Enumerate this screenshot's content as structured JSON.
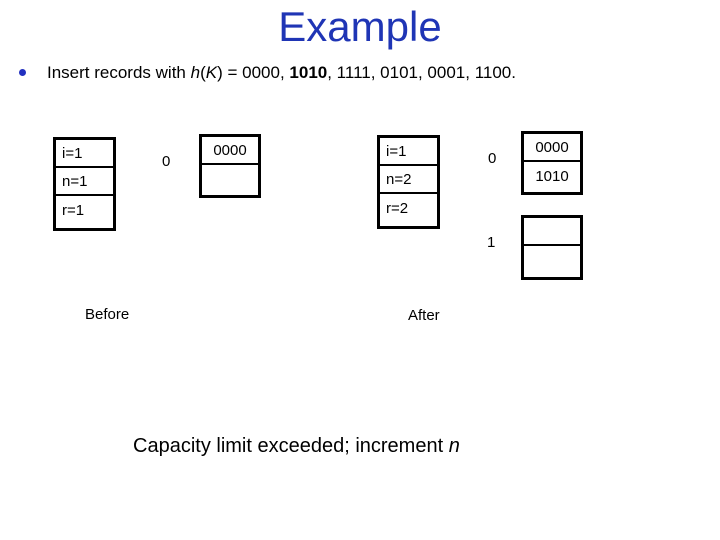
{
  "slide": {
    "title": "Example",
    "bullet": {
      "text_before": "Insert records with ",
      "func_italic": "h",
      "paren_open": "(",
      "arg_italic": "K",
      "paren_close": ")",
      "equals_part": " = 0000, ",
      "bold_value": "1010",
      "text_after": ", 1111, 0101, 0001, 1100."
    },
    "before": {
      "label": "Before",
      "state": {
        "i": "i=1",
        "n": "n=1",
        "r": "r=1"
      },
      "buckets": [
        {
          "index": "0",
          "cells": [
            "0000",
            ""
          ]
        }
      ]
    },
    "after": {
      "label": "After",
      "state": {
        "i": "i=1",
        "n": "n=2",
        "r": "r=2"
      },
      "buckets": [
        {
          "index": "0",
          "cells": [
            "0000",
            "1010"
          ]
        },
        {
          "index": "1",
          "cells": [
            "",
            ""
          ]
        }
      ]
    },
    "caption": {
      "text": "Capacity limit exceeded; increment ",
      "var_italic": "n"
    },
    "colors": {
      "title_blue": "#1f35b5",
      "bullet_dot_blue": "#2230c0",
      "box_border": "#000000",
      "background": "#ffffff"
    }
  }
}
